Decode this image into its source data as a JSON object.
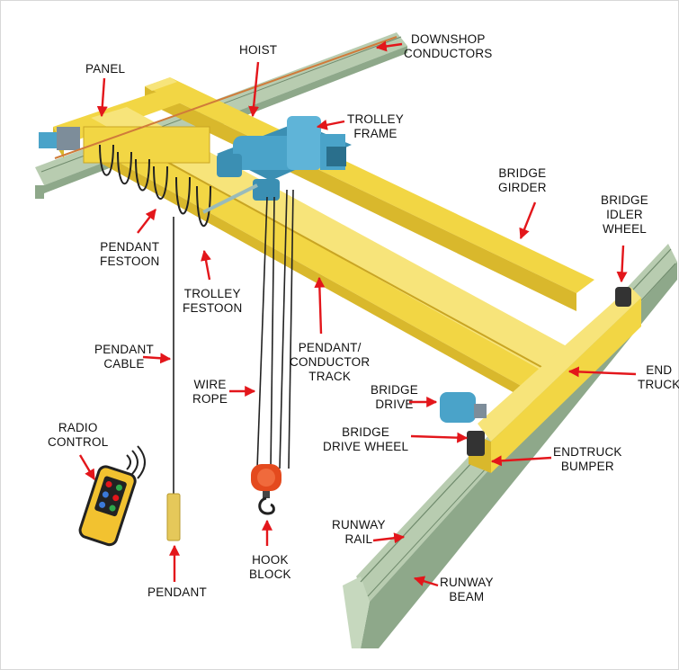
{
  "colors": {
    "girder": "#f2d644",
    "girder_shade": "#d9b82c",
    "girder_top": "#f7e47a",
    "trolley": "#4aa3c9",
    "rail": "#b8ccb0",
    "rail_shade": "#8ea88a",
    "arrow": "#e3161b",
    "hook": "#e44a1e"
  },
  "labels": {
    "downshop_conductors": [
      "DOWNSHOP",
      "CONDUCTORS"
    ],
    "hoist": [
      "HOIST"
    ],
    "panel": [
      "PANEL"
    ],
    "trolley_frame": [
      "TROLLEY",
      "FRAME"
    ],
    "bridge_girder": [
      "BRIDGE",
      "GIRDER"
    ],
    "bridge_idler_wheel": [
      "BRIDGE",
      "IDLER",
      "WHEEL"
    ],
    "pendant_festoon": [
      "PENDANT",
      "FESTOON"
    ],
    "trolley_festoon": [
      "TROLLEY",
      "FESTOON"
    ],
    "pendant_cable": [
      "PENDANT",
      "CABLE"
    ],
    "wire_rope": [
      "WIRE",
      "ROPE"
    ],
    "pendant_conductor_track": [
      "PENDANT/",
      "CONDUCTOR",
      "TRACK"
    ],
    "bridge_drive": [
      "BRIDGE",
      "DRIVE"
    ],
    "end_truck": [
      "END",
      "TRUCK"
    ],
    "bridge_drive_wheel": [
      "BRIDGE",
      "DRIVE WHEEL"
    ],
    "endtruck_bumper": [
      "ENDTRUCK",
      "BUMPER"
    ],
    "radio_control": [
      "RADIO",
      "CONTROL"
    ],
    "runway_rail": [
      "RUNWAY",
      "RAIL"
    ],
    "runway_beam": [
      "RUNWAY",
      "BEAM"
    ],
    "hook_block": [
      "HOOK",
      "BLOCK"
    ],
    "pendant": [
      "PENDANT"
    ]
  }
}
